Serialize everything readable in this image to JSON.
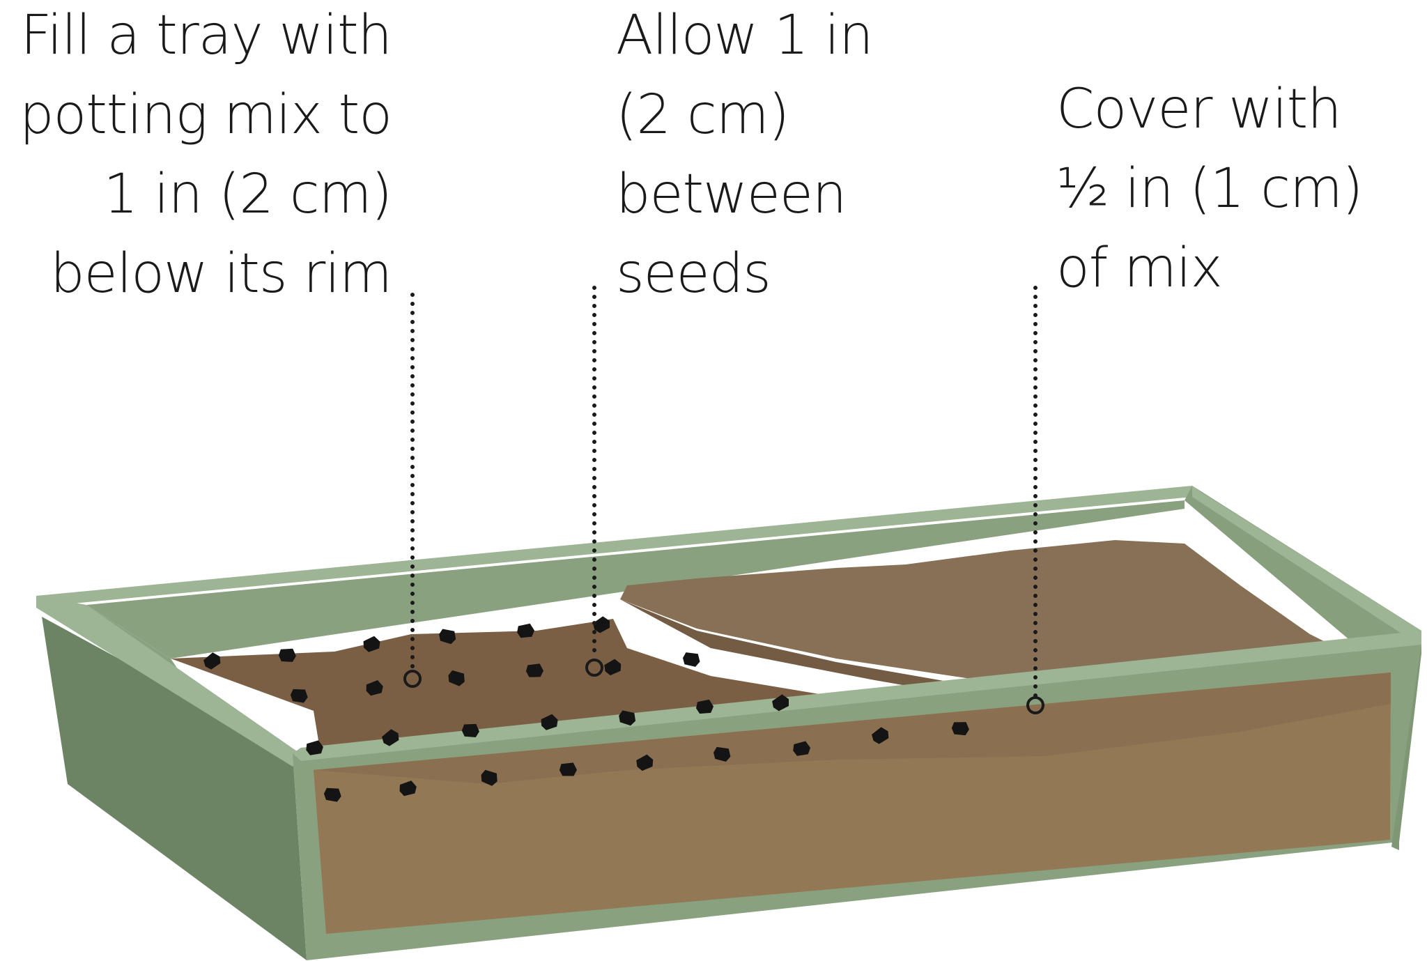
{
  "callouts": {
    "fill": {
      "lines": [
        "Fill a tray with",
        "potting mix to",
        "1 in (2 cm)",
        "below its rim"
      ]
    },
    "spacing": {
      "lines": [
        "Allow 1 in",
        "(2 cm)",
        "between",
        "seeds"
      ]
    },
    "cover": {
      "lines": [
        "Cover with",
        "½ in (1 cm)",
        "of mix"
      ]
    }
  },
  "colors": {
    "tray_light": "#9db594",
    "tray_mid": "#8aa17f",
    "tray_dark": "#6c8463",
    "tray_edge": "#7f9775",
    "soil_front": "#937856",
    "soil_surface": "#7b5f45",
    "cover_top": "#877055",
    "cover_side": "#735b44",
    "seed": "#141414",
    "leader_line": "#1a1a1a"
  }
}
